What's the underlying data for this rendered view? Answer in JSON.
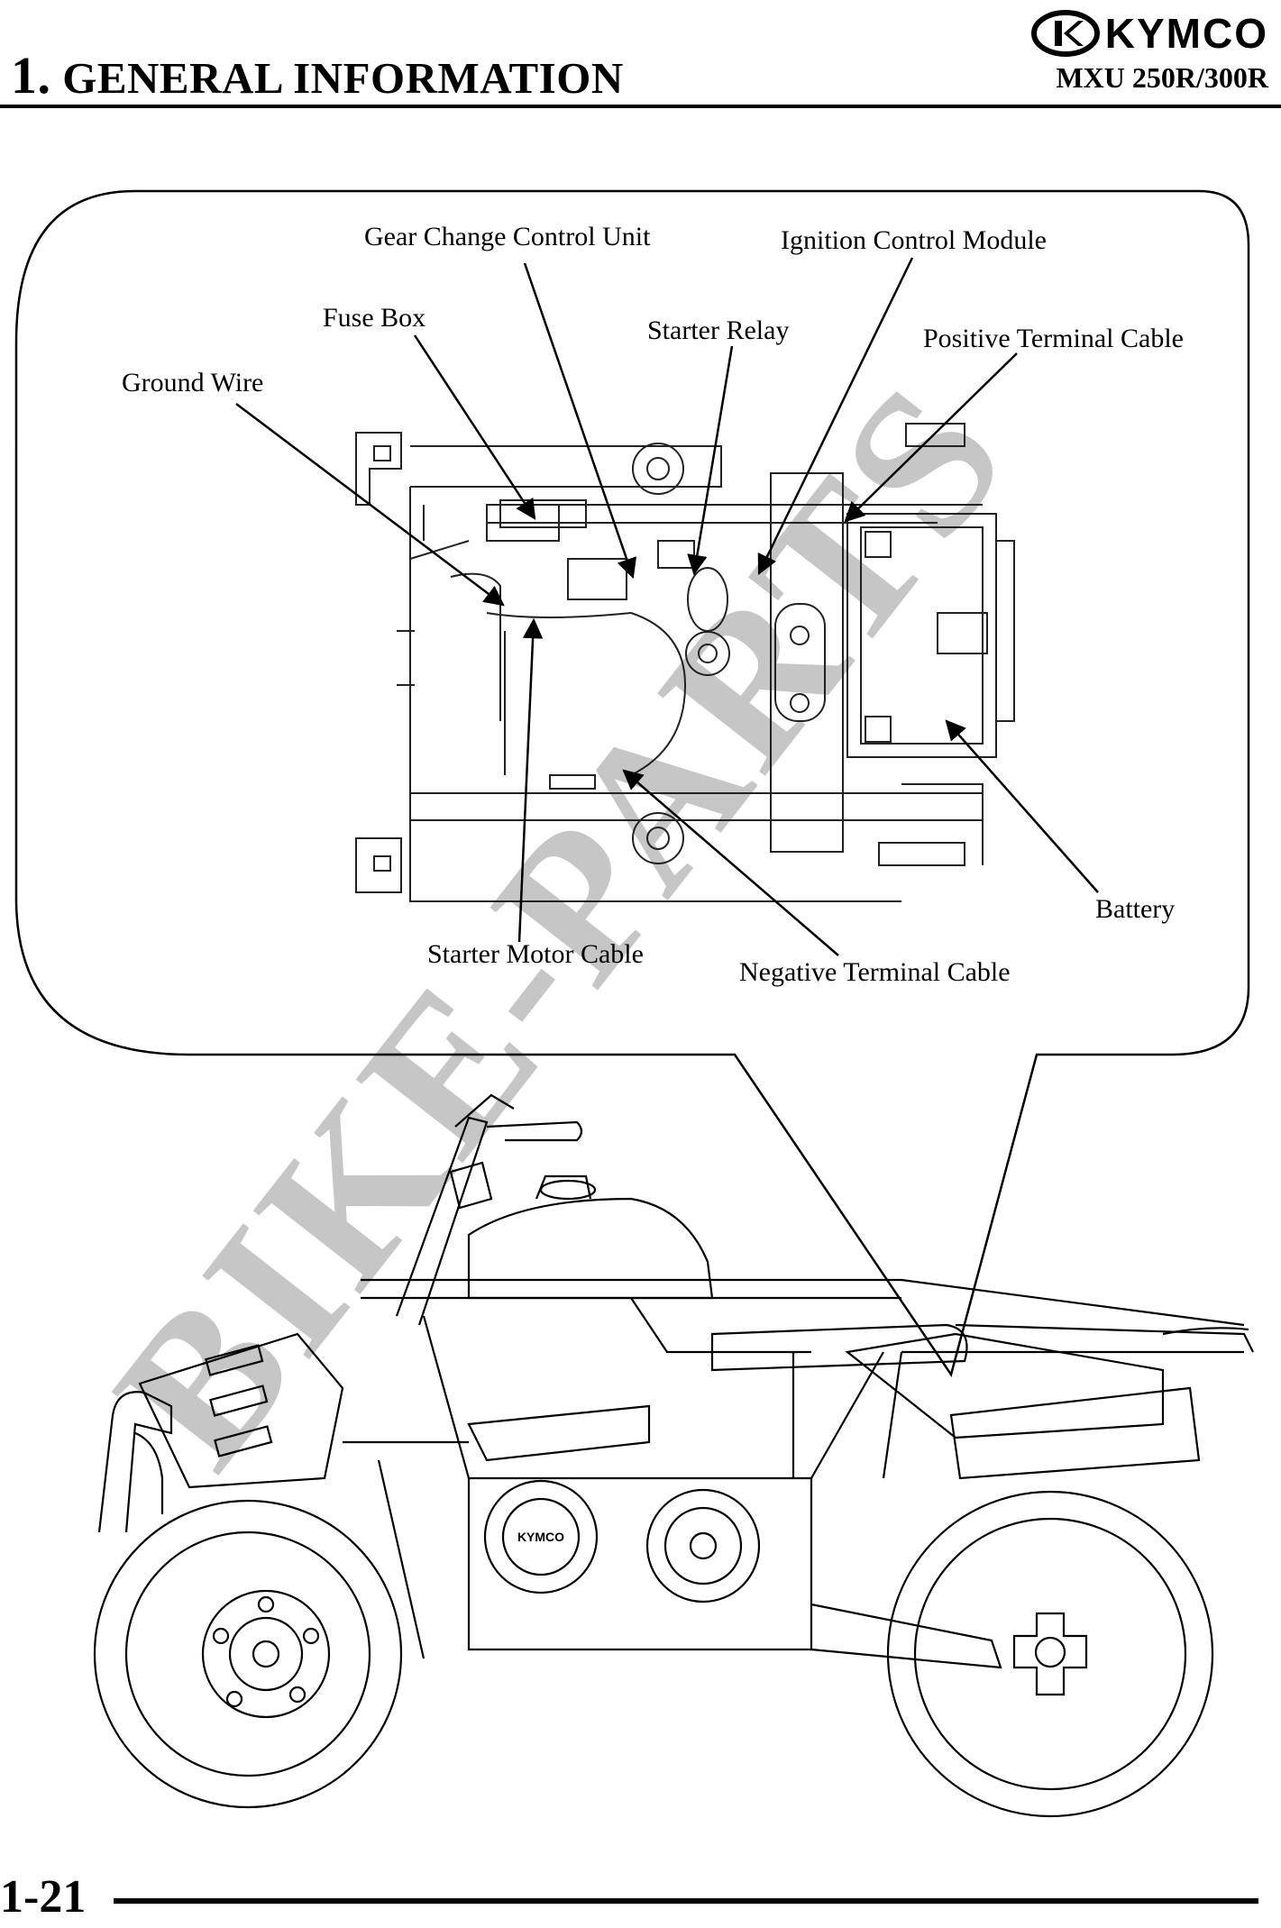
{
  "header": {
    "section_number": "1.",
    "section_title": "GENERAL INFORMATION",
    "brand": "KYMCO",
    "model": "MXU 250R/300R"
  },
  "diagram": {
    "labels": {
      "gear_change_control_unit": "Gear Change Control Unit",
      "ignition_control_module": "Ignition Control Module",
      "fuse_box": "Fuse Box",
      "starter_relay": "Starter Relay",
      "positive_terminal_cable": "Positive Terminal Cable",
      "ground_wire": "Ground Wire",
      "battery": "Battery",
      "starter_motor_cable": "Starter Motor Cable",
      "negative_terminal_cable": "Negative Terminal Cable"
    },
    "engine_cover_text": "KYMCO"
  },
  "footer": {
    "page_number": "1-21"
  },
  "watermark": {
    "text": "BIKE-PARTS"
  }
}
